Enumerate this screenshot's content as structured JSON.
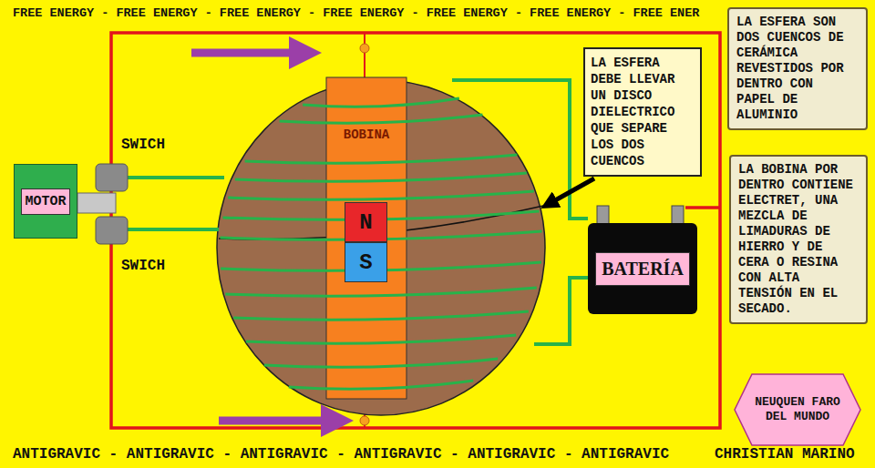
{
  "diagram": {
    "nodes": [
      {
        "text": [
          "LA ESFERA DEBE LLEVAR UN DISCO DIELECTRICO QUE SEPARE LOS DOS CUENCOS"
        ]
      },
      {
        "text": [
          "LA ESFERA SON DOS CUENCOS DE CERÁMICA REVESTIDOS POR DENTRO CON PAPEL DE ALUMINIO"
        ]
      },
      {
        "text": [
          "MOTOR"
        ]
      },
      {
        "text": [
          "BOBINA"
        ]
      },
      {
        "text": [
          "N"
        ],
        "in": 3
      },
      {
        "text": [
          "S"
        ],
        "in": 3
      },
      {
        "text": [
          "BATERÍA"
        ]
      },
      {
        "text": [
          "LA BOBINA POR DENTRO CONTIENE ELECTRET, UNA MEZCLA DE LIMADURAS DE HIERRO Y DE CERA O RESINA CON ALTA TENSIÓN EN EL SECADO."
        ]
      },
      {
        "text": [
          "NEUQUEN FARO DEL MUNDO"
        ]
      }
    ],
    "labels": [
      "FREE ENERGY - FREE ENERGY - FREE ENERGY - FREE ENERGY - FREE ENERGY - FREE ENERGY - FREE ENER",
      "SWICH",
      "SWICH",
      "ANTIGRAVIC - ANTIGRAVIC - ANTIGRAVIC - ANTIGRAVIC - ANTIGRAVIC - ANTIGRAVIC",
      "CHRISTIAN MARINO"
    ]
  }
}
